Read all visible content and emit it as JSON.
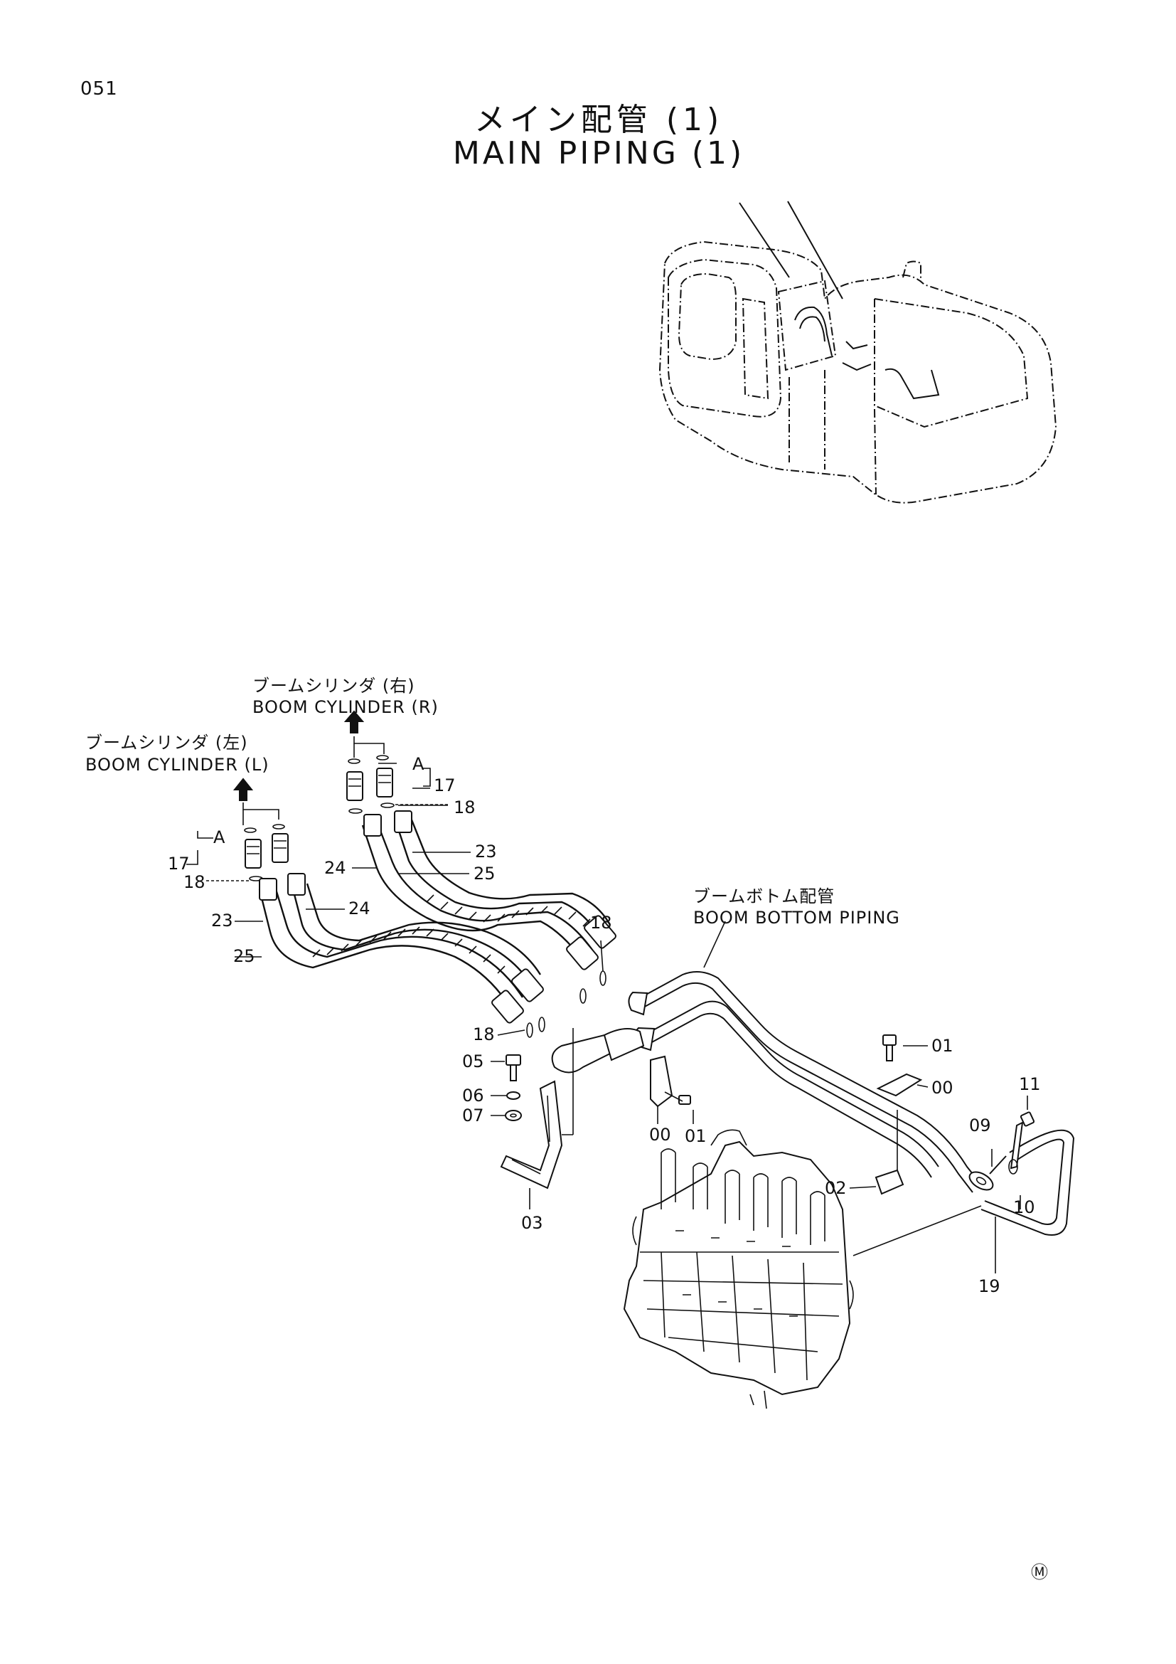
{
  "page_number": "051",
  "title_jp": "メイン配管 (1)",
  "title_en": "MAIN PIPING (1)",
  "callouts": {
    "boom_cyl_r_jp": "ブームシリンダ (右)",
    "boom_cyl_r_en": "BOOM CYLINDER (R)",
    "boom_cyl_l_jp": "ブームシリンダ (左)",
    "boom_cyl_l_en": "BOOM CYLINDER (L)",
    "boom_bottom_jp": "ブームボトム配管",
    "boom_bottom_en": "BOOM BOTTOM PIPING",
    "ref_a": "A"
  },
  "part_numbers": {
    "p17": "17",
    "p18": "18",
    "p23": "23",
    "p24": "24",
    "p25": "25",
    "p01": "01",
    "p00": "00",
    "p02": "02",
    "p03": "03",
    "p05": "05",
    "p06": "06",
    "p07": "07",
    "p09": "09",
    "p10": "10",
    "p11": "11",
    "p19": "19"
  },
  "mark": "Ⓜ"
}
